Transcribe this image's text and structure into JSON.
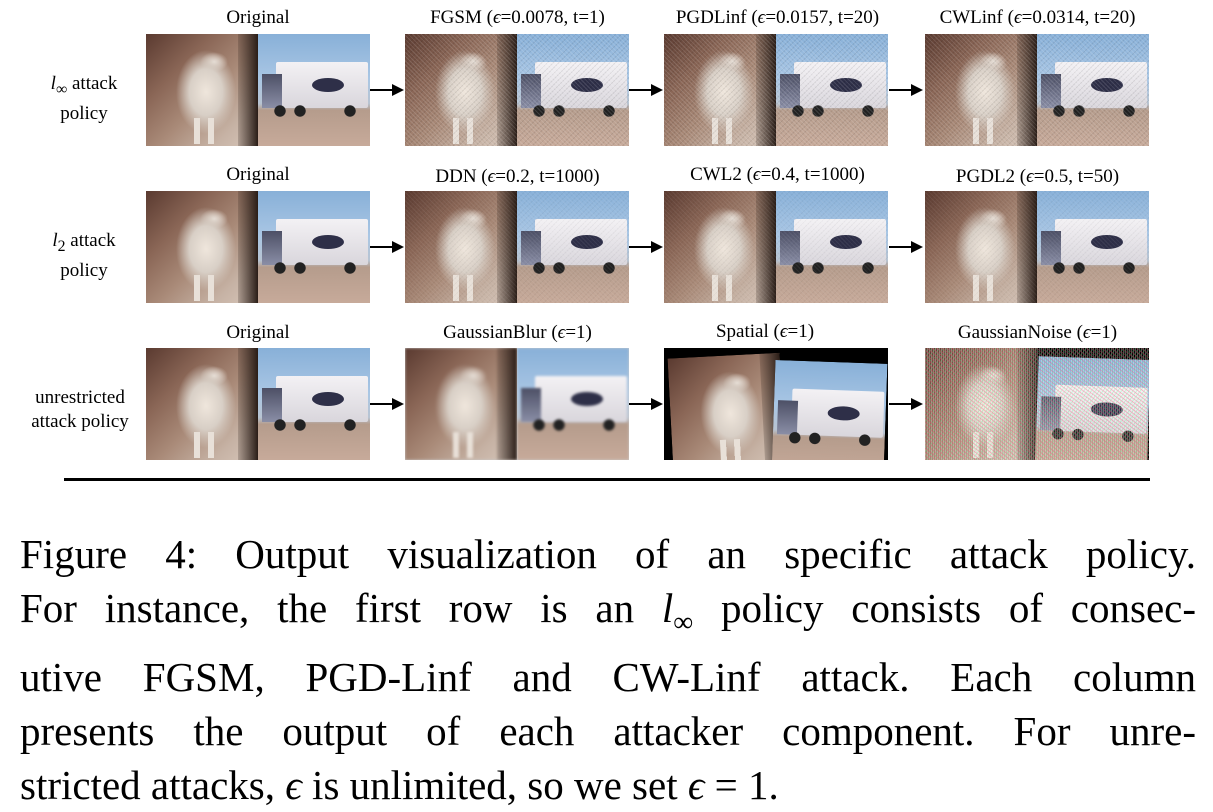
{
  "rows": [
    {
      "label_parts": [
        "l",
        "∞",
        " attack",
        "policy"
      ],
      "titles": [
        {
          "pre": "Original",
          "eps": "",
          "post": ""
        },
        {
          "pre": "FGSM (",
          "eps": "ϵ",
          "post": "=0.0078, t=1)"
        },
        {
          "pre": "PGDLinf (",
          "eps": "ϵ",
          "post": "=0.0157, t=20)"
        },
        {
          "pre": "CWLinf (",
          "eps": "ϵ",
          "post": "=0.0314, t=20)"
        }
      ]
    },
    {
      "label_parts": [
        "l",
        "2",
        " attack",
        "policy"
      ],
      "titles": [
        {
          "pre": "Original",
          "eps": "",
          "post": ""
        },
        {
          "pre": "DDN (",
          "eps": "ϵ",
          "post": "=0.2, t=1000)"
        },
        {
          "pre": "CWL2 (",
          "eps": "ϵ",
          "post": "=0.4, t=1000)"
        },
        {
          "pre": "PGDL2 (",
          "eps": "ϵ",
          "post": "=0.5, t=50)"
        }
      ]
    },
    {
      "label_parts": [
        "unrestricted",
        "",
        "",
        "attack policy"
      ],
      "titles": [
        {
          "pre": "Original",
          "eps": "",
          "post": ""
        },
        {
          "pre": "GaussianBlur (",
          "eps": "ϵ",
          "post": "=1)"
        },
        {
          "pre": "Spatial (",
          "eps": "ϵ",
          "post": "=1)"
        },
        {
          "pre": "GaussianNoise (",
          "eps": "ϵ",
          "post": "=1)"
        }
      ]
    }
  ],
  "caption": {
    "line1": "Figure 4: Output visualization of an specific attack policy.",
    "line2_a": "For instance, the first row is an ",
    "line2_l": "l",
    "line2_sub": "∞",
    "line2_b": " policy consists of consec-",
    "line3": "utive FGSM, PGD-Linf and CW-Linf attack. Each column",
    "line4": "presents the output of each attacker component. For unre-",
    "line5_a": "stricted attacks, ",
    "line5_eps": "ϵ",
    "line5_b": " is unlimited, so we set ",
    "line5_eps2": "ϵ",
    "line5_c": " = 1."
  }
}
